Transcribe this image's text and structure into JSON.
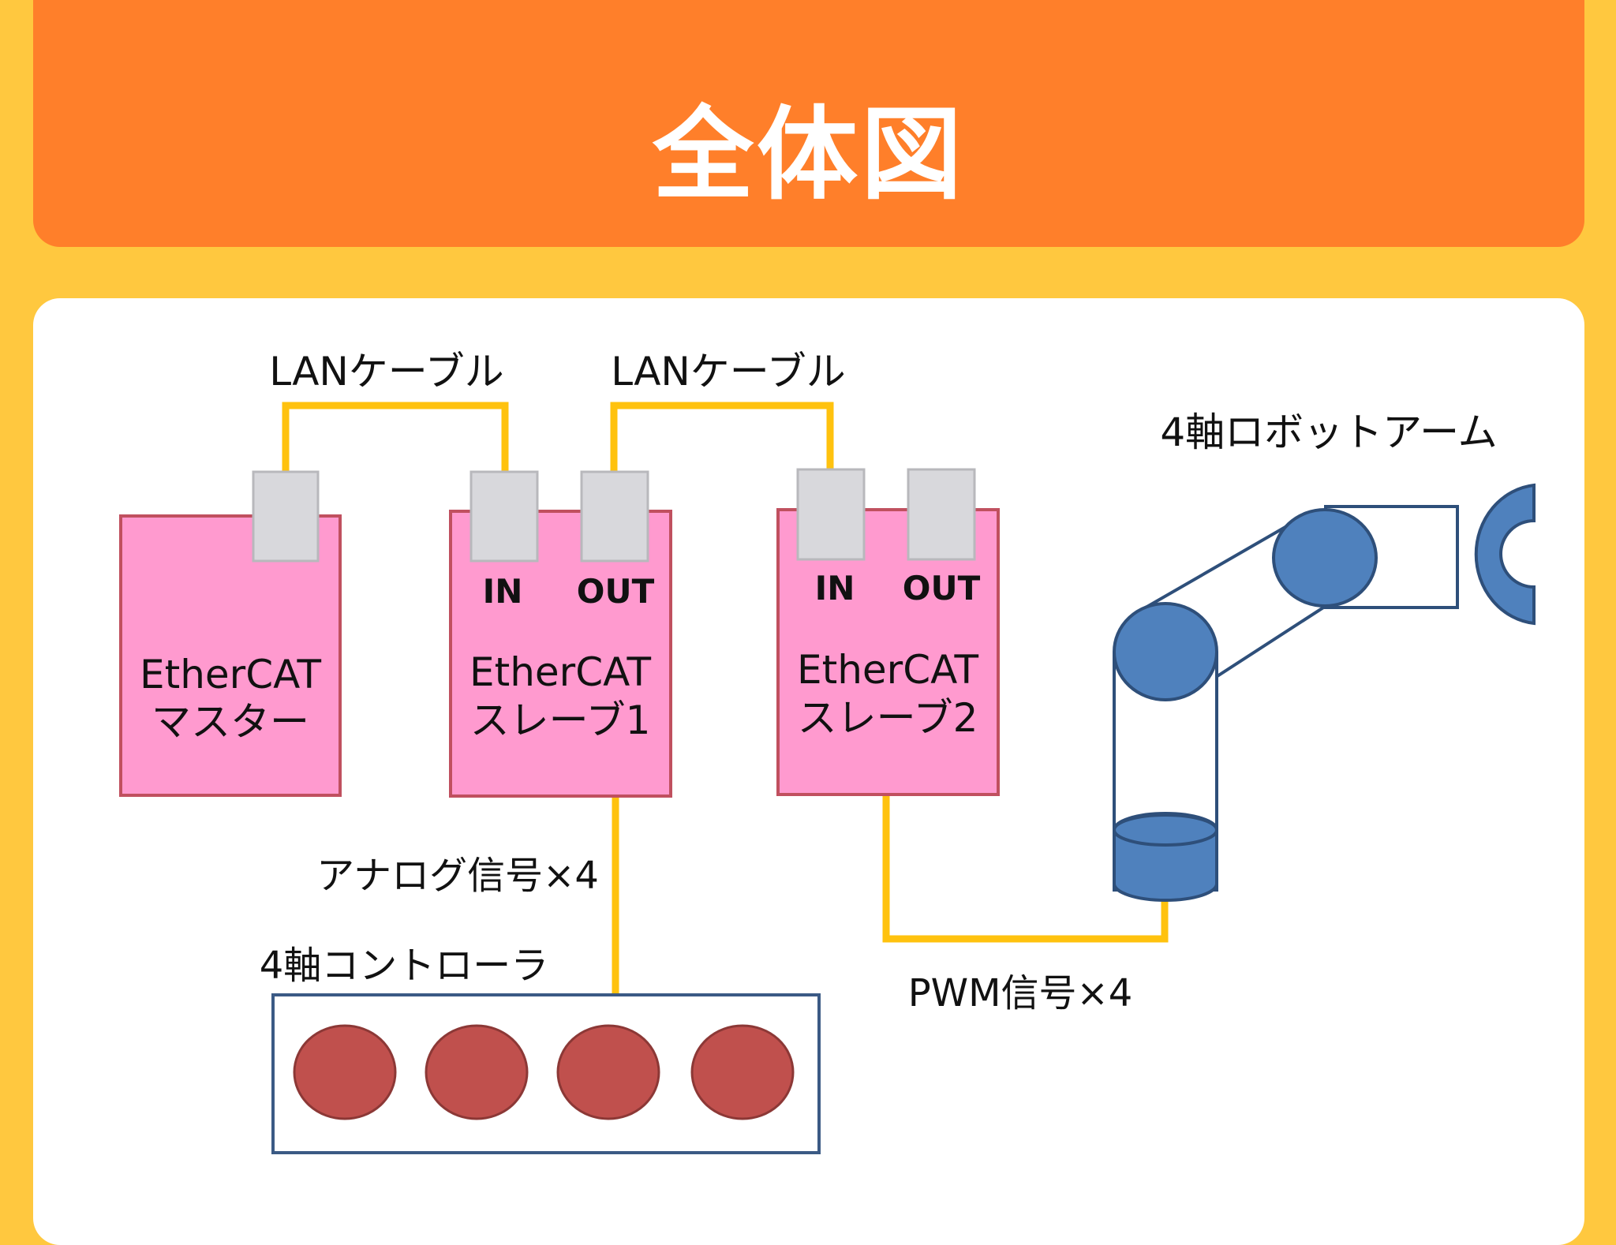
{
  "title": "全体図",
  "labels": {
    "cable_1": "LANケーブル",
    "cable_2": "LANケーブル",
    "robot_arm": "4軸ロボットアーム",
    "analog_signal": "アナログ信号×4",
    "controller": "4軸コントローラ",
    "pwm_signal": "PWM信号×4"
  },
  "master": {
    "line1": "EtherCAT",
    "line2": "マスター"
  },
  "slave1": {
    "line1": "EtherCAT",
    "line2": "スレーブ1",
    "port_in": "IN",
    "port_out": "OUT"
  },
  "slave2": {
    "line1": "EtherCAT",
    "line2": "スレーブ2",
    "port_in": "IN",
    "port_out": "OUT"
  },
  "controller_knob_count": 4,
  "colors": {
    "header": "#FF7F2A",
    "background": "#FFC83F",
    "box_fill": "#FF9ACF",
    "box_border": "#C0505F",
    "port_fill": "#D8D8DC",
    "cable": "#FFC20E",
    "knob": "#C0504D",
    "controller_border": "#3B5A85",
    "robot_blue": "#4F81BD",
    "robot_stroke": "#2E4F7A"
  }
}
